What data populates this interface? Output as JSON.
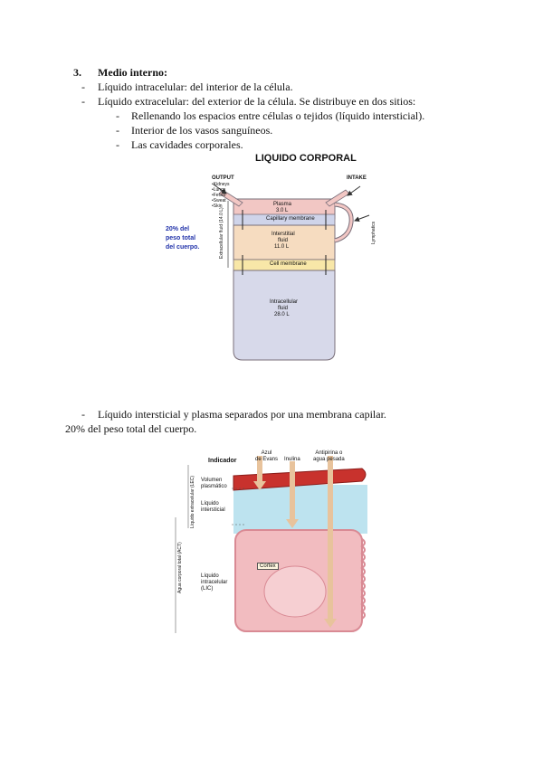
{
  "section": {
    "number": "3.",
    "title": "Medio interno:"
  },
  "bullets": [
    {
      "marker": "-",
      "text": "Líquido intracelular: del interior de la célula."
    },
    {
      "marker": "-",
      "text": "Líquido extracelular: del exterior de la célula. Se distribuye en dos sitios:"
    }
  ],
  "subbullets": [
    {
      "marker": "-",
      "text": "Rellenando los espacios entre células o tejidos (líquido intersticial)."
    },
    {
      "marker": "-",
      "text": "Interior de los vasos sanguíneos."
    },
    {
      "marker": "-",
      "text": "Las cavidades corporales."
    }
  ],
  "figure1": {
    "title": "LIQUIDO CORPORAL",
    "output_title": "OUTPUT",
    "output_items": [
      "•Kidneys",
      "•Lungs",
      "•Feces",
      "•Sweat",
      "•Skin"
    ],
    "intake": "INTAKE",
    "plasma": "Plasma",
    "plasma_vol": "3.0 L",
    "capillary": "Capillary membrane",
    "interstitial": "Interstitial",
    "interstitial2": "fluid",
    "interstitial_vol": "11.0 L",
    "cell_membrane": "Cell membrane",
    "intracellular": "Intracellular",
    "intracellular2": "fluid",
    "intracellular_vol": "28.0 L",
    "extracellular_side": "Extracellular fluid (14.0 L)",
    "lymphatics": "Lymphatics",
    "note_line1": "20% del",
    "note_line2": "peso total",
    "note_line3": "del cuerpo.",
    "colors": {
      "plasma": "#f2c7c4",
      "capillary": "#cfd4ea",
      "interstitial": "#f6dcc0",
      "cellmem": "#f8e7a8",
      "intracellular": "#d7d9ea",
      "outline": "#7a6f7a",
      "note": "#2233aa"
    }
  },
  "bullet3": {
    "marker": "-",
    "text": "Líquido intersticial y plasma separados por una membrana capilar."
  },
  "percent_line": "20% del peso total del cuerpo.",
  "figure2": {
    "indicador": "Indicador",
    "arrow1_l1": "Azul",
    "arrow1_l2": "de Evans",
    "arrow2": "Inulina",
    "arrow3_l1": "Antipirina o",
    "arrow3_l2": "agua pesada",
    "volumen_l1": "Volumen",
    "volumen_l2": "plasmático",
    "liq_int_l1": "Líquido",
    "liq_int_l2": "intersticial",
    "liq_intra_l1": "Líquido",
    "liq_intra_l2": "intracelular",
    "liq_intra_l3": "(LIC)",
    "lec_side": "Líquido extracelular (LEC)",
    "act_side": "Agua corporal total (ACT)",
    "cell_label": "Cortex",
    "colors": {
      "vessel": "#c8322d",
      "cell": "#f2bcc0",
      "cell_edge": "#d98a94",
      "fluid": "#bde3ef",
      "arrow": "#e8c39c"
    }
  }
}
